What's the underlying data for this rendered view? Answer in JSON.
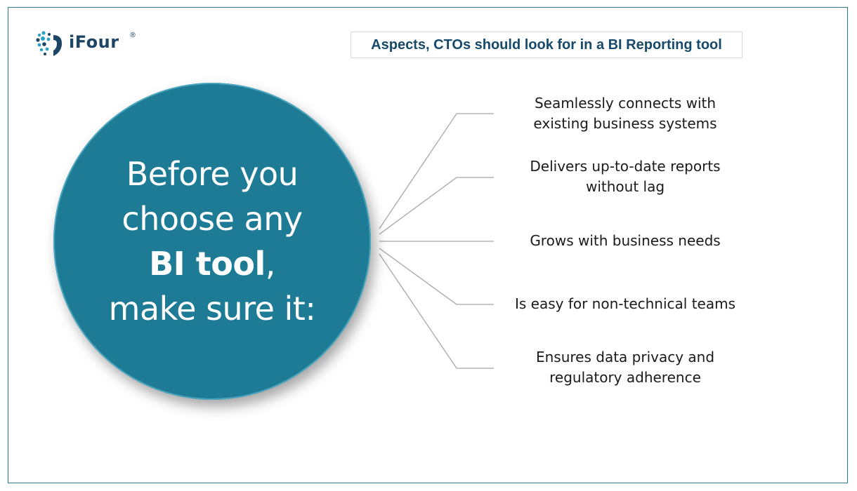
{
  "logo": {
    "name": "iFour",
    "registered_mark": "®"
  },
  "header": {
    "title": "Aspects, CTOs should look for in a BI Reporting tool"
  },
  "circle": {
    "line1": "Before you",
    "line2": "choose any",
    "line3_bold": "BI tool",
    "line3_suffix": ",",
    "line4": "make sure it:"
  },
  "aspects": [
    {
      "text": "Seamlessly connects with\nexisting business systems"
    },
    {
      "text": "Delivers up-to-date reports\nwithout lag"
    },
    {
      "text": "Grows with business needs"
    },
    {
      "text": "Is easy for non-technical teams"
    },
    {
      "text": "Ensures data privacy and\nregulatory adherence"
    }
  ],
  "colors": {
    "circle_fill": "#1d7b96",
    "title_text": "#17496b",
    "connector": "#a6a6a6",
    "frame": "#2e7d86"
  }
}
